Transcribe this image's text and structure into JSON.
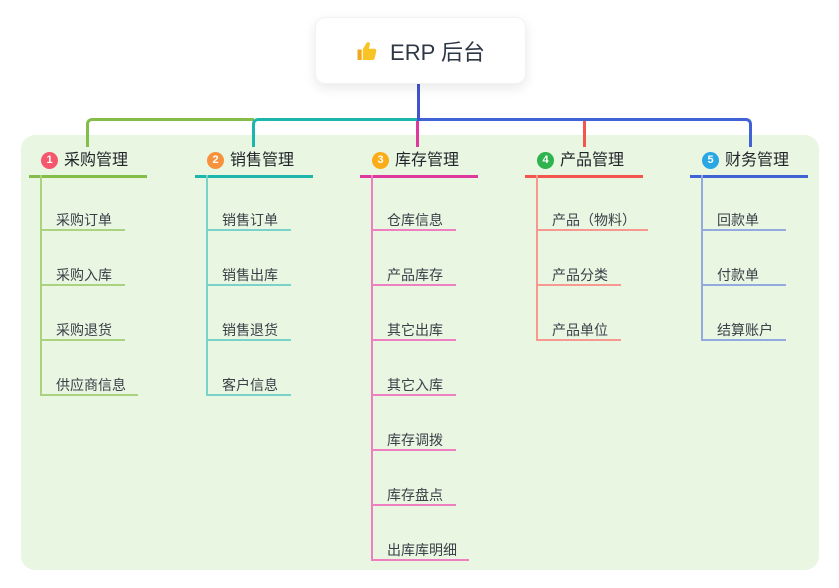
{
  "root": {
    "title": "ERP 后台",
    "icon": "thumbs-up"
  },
  "theme": {
    "page_bg": "#ffffff",
    "panel_bg": "#e9f6e2",
    "root_text": "#2f3744",
    "label_text": "#22262b",
    "child_text": "#3a4048",
    "badge_text": "#ffffff",
    "trunk_color": "#4154cd"
  },
  "branches": [
    {
      "badge": "1",
      "label": "采购管理",
      "colors": {
        "badge": "#f5576c",
        "line": "#85bd4b",
        "line_light": "#abd37f"
      },
      "children": [
        "采购订单",
        "采购入库",
        "采购退货",
        "供应商信息"
      ]
    },
    {
      "badge": "2",
      "label": "销售管理",
      "colors": {
        "badge": "#f7923c",
        "line": "#1db6ad",
        "line_light": "#79d3ca"
      },
      "children": [
        "销售订单",
        "销售出库",
        "销售退货",
        "客户信息"
      ]
    },
    {
      "badge": "3",
      "label": "库存管理",
      "colors": {
        "badge": "#fbad18",
        "line": "#e0399d",
        "line_light": "#ee7fc0"
      },
      "children": [
        "仓库信息",
        "产品库存",
        "其它出库",
        "其它入库",
        "库存调拨",
        "库存盘点",
        "出库库明细"
      ]
    },
    {
      "badge": "4",
      "label": "产品管理",
      "colors": {
        "badge": "#2eb34e",
        "line": "#f2564d",
        "line_light": "#f79991"
      },
      "children": [
        "产品（物料）",
        "产品分类",
        "产品单位"
      ]
    },
    {
      "badge": "5",
      "label": "财务管理",
      "colors": {
        "badge": "#29a6e4",
        "line": "#3f63d7",
        "line_light": "#93a9e0"
      },
      "children": [
        "回款单",
        "付款单",
        "结算账户"
      ]
    }
  ]
}
